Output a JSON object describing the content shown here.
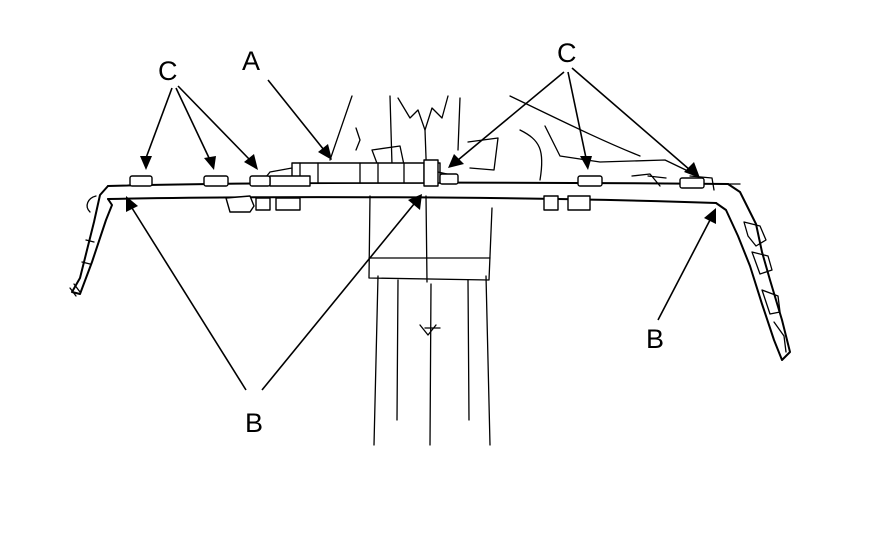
{
  "colors": {
    "line": "#000000",
    "background": "#ffffff"
  },
  "labels": {
    "a": "A",
    "b_left": "B",
    "b_right": "B",
    "c_left": "C",
    "c_right": "C"
  }
}
